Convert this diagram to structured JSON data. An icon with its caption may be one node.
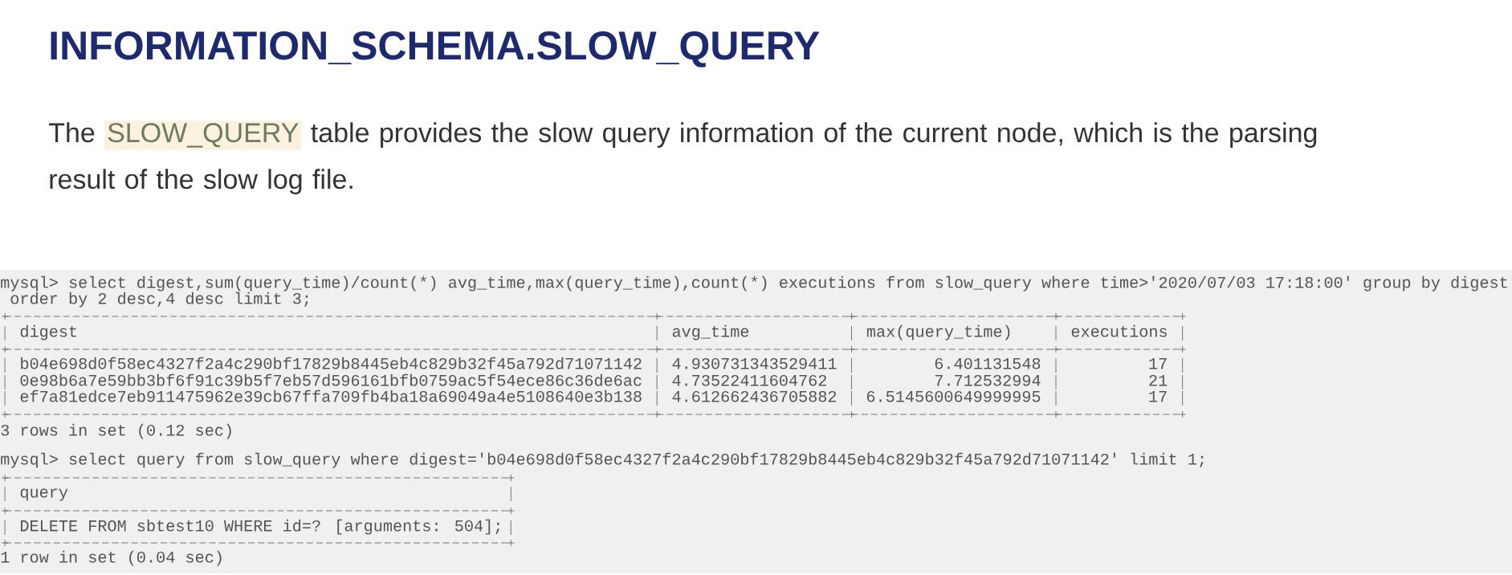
{
  "diagram": {
    "title": "INFORMATION_SCHEMA.SLOW_QUERY",
    "labels": [
      "The",
      "SLOW_QUERY",
      "table provides the slow query information of the current node, which is the parsing result of the slow log file.",
      "mysql> select digest,sum(query_time)/count(*) avg_time,max(query_time),",
      "count(*) executions from slow_query where time>'2020/07/03 17:18:00' group by digest",
      "order by 2 desc,4 desc limit 3;",
      "digest",
      "avg_time",
      "max(query_time)",
      "executions",
      "b04e698d0f58ec4327f2a4c290bf17829b8445eb4c829b32f45a792d71071142",
      "4.930731343529411",
      "6.401131548",
      "17",
      "0e98b6a7e59bb3bf6f91c39b5f7eb57d596161bfb0759ac5f54ece86c36de6ac",
      "4.73522411604762",
      "7.712532994",
      "21",
      "ef7a81edce7eb911475962e39cb67ffa709fb4ba18a69049a4e5108640e3b138",
      "4.612662436705882",
      "6.5145600649999995",
      "17",
      "3 rows in set (0.12 sec)",
      "mysql> select query from slow_query where digest='b04e698d0f58ec4327f2a4c290bf17829b8445eb4c829b32f45a792d71071142' limit 1;",
      "query",
      "DELETE FROM sbtest10 WHERE id=? [arguments: 504];",
      "1 row in set (0.04 sec)"
    ]
  }
}
